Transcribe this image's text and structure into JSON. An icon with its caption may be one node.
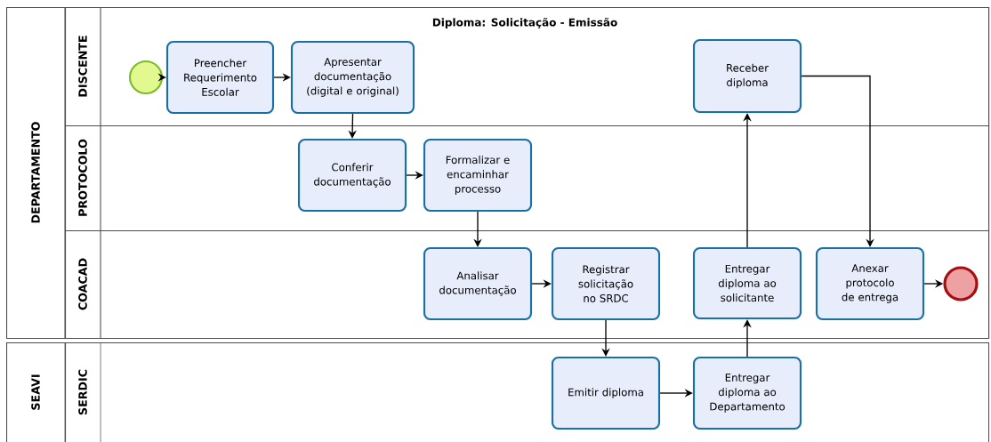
{
  "diagram": {
    "title": "Diploma: Solicitação - Emissão",
    "nodes": [
      {
        "text": [
          "DEPARTAMENTO"
        ]
      },
      {
        "text": [
          "DISCENTE"
        ],
        "in": 0
      },
      {
        "text": [
          "PROTOCOLO"
        ],
        "in": 0
      },
      {
        "text": [
          "COACAD"
        ],
        "in": 0
      },
      {
        "text": [
          "SEAVI"
        ]
      },
      {
        "text": [
          "SERDIC"
        ],
        "in": 4
      },
      {
        "text": [],
        "shape": "circle",
        "in": 1
      },
      {
        "text": [
          "Preencher Requerimento Escolar"
        ],
        "in": 1
      },
      {
        "text": [
          "Apresentar documentação (digital e original)"
        ],
        "in": 1
      },
      {
        "text": [
          "Receber diploma"
        ],
        "in": 1
      },
      {
        "text": [
          "Conferir documentação"
        ],
        "in": 2
      },
      {
        "text": [
          "Formalizar e encaminhar processo"
        ],
        "in": 2
      },
      {
        "text": [
          "Analisar documentação"
        ],
        "in": 3
      },
      {
        "text": [
          "Registrar solicitação no SRDC"
        ],
        "in": 3
      },
      {
        "text": [
          "Entregar diploma ao solicitante"
        ],
        "in": 3
      },
      {
        "text": [
          "Anexar protocolo de entrega"
        ],
        "in": 3
      },
      {
        "text": [],
        "shape": "circle",
        "in": 3
      },
      {
        "text": [
          "Emitir diploma"
        ],
        "in": 5
      },
      {
        "text": [
          "Entregar diploma ao Departamento"
        ],
        "in": 5
      }
    ],
    "edges": [
      {
        "from": 6,
        "to": 7,
        "arrow": "to"
      },
      {
        "from": 7,
        "to": 8,
        "arrow": "to"
      },
      {
        "from": 8,
        "to": 10,
        "arrow": "to"
      },
      {
        "from": 10,
        "to": 11,
        "arrow": "to"
      },
      {
        "from": 11,
        "to": 12,
        "arrow": "to"
      },
      {
        "from": 12,
        "to": 13,
        "arrow": "to"
      },
      {
        "from": 13,
        "to": 17,
        "arrow": "to"
      },
      {
        "from": 17,
        "to": 18,
        "arrow": "to"
      },
      {
        "from": 18,
        "to": 14,
        "arrow": "to"
      },
      {
        "from": 14,
        "to": 9,
        "arrow": "to"
      },
      {
        "from": 9,
        "to": 15,
        "arrow": "to"
      },
      {
        "from": 15,
        "to": 16,
        "arrow": "to"
      }
    ]
  }
}
